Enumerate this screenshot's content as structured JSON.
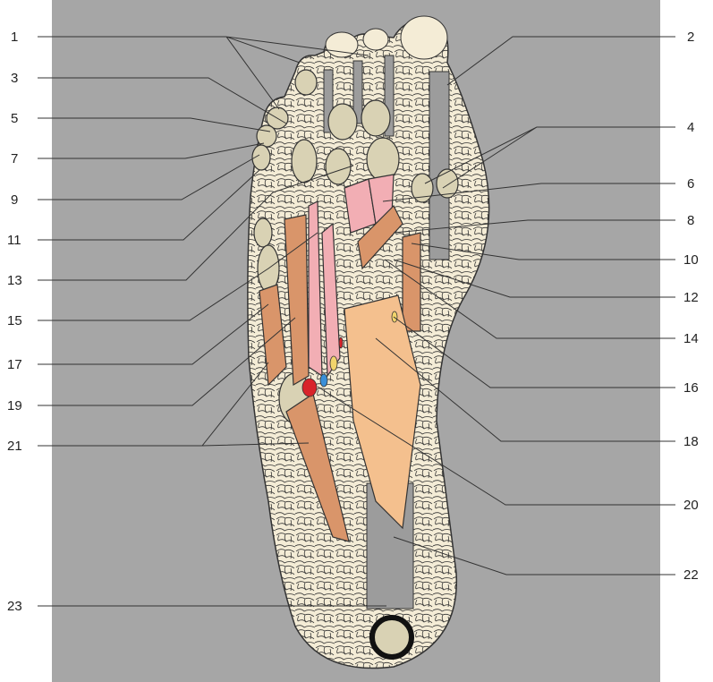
{
  "diagram": {
    "colors": {
      "background_panel": "#a6a6a6",
      "fat_tissue": "#f4ecd6",
      "bone": "#d9d2b4",
      "muscle_pink": "#f2aeb4",
      "muscle_brown": "#d9956a",
      "muscle_peach": "#f4c08e",
      "tendon_gray": "#9c9c9c",
      "artery": "#d8232a",
      "vein": "#3a8fd8",
      "nerve": "#f2d46c",
      "outline": "#333333"
    },
    "labels_left": [
      "1",
      "3",
      "5",
      "7",
      "9",
      "11",
      "13",
      "15",
      "17",
      "19",
      "21",
      "23"
    ],
    "labels_right": [
      "2",
      "4",
      "6",
      "8",
      "10",
      "12",
      "14",
      "16",
      "18",
      "20",
      "22"
    ]
  }
}
